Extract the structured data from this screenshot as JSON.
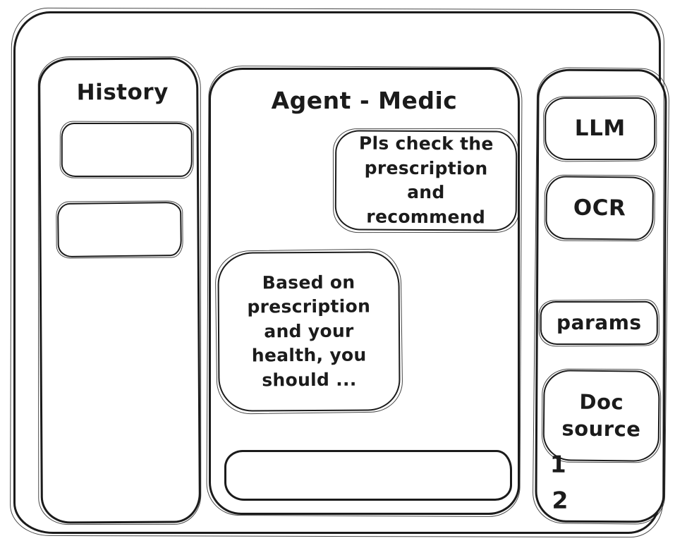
{
  "app": {
    "title": "Agent - Medic"
  },
  "history": {
    "title": "History",
    "items": [
      "",
      ""
    ]
  },
  "chat": {
    "title": "Agent - Medic",
    "messages": [
      {
        "role": "user",
        "text": "Pls check the prescription and recommend"
      },
      {
        "role": "agent",
        "text": "Based on prescription and your health, you should ..."
      }
    ],
    "input": {
      "value": "",
      "placeholder": ""
    }
  },
  "tools": {
    "buttons": [
      {
        "id": "llm",
        "label": "LLM"
      },
      {
        "id": "ocr",
        "label": "OCR"
      },
      {
        "id": "params",
        "label": "params"
      },
      {
        "id": "doc-source",
        "label": "Doc source"
      }
    ],
    "doc_items": [
      "1",
      "2"
    ]
  },
  "colors": {
    "stroke": "#1b1b1b",
    "background": "#ffffff"
  }
}
